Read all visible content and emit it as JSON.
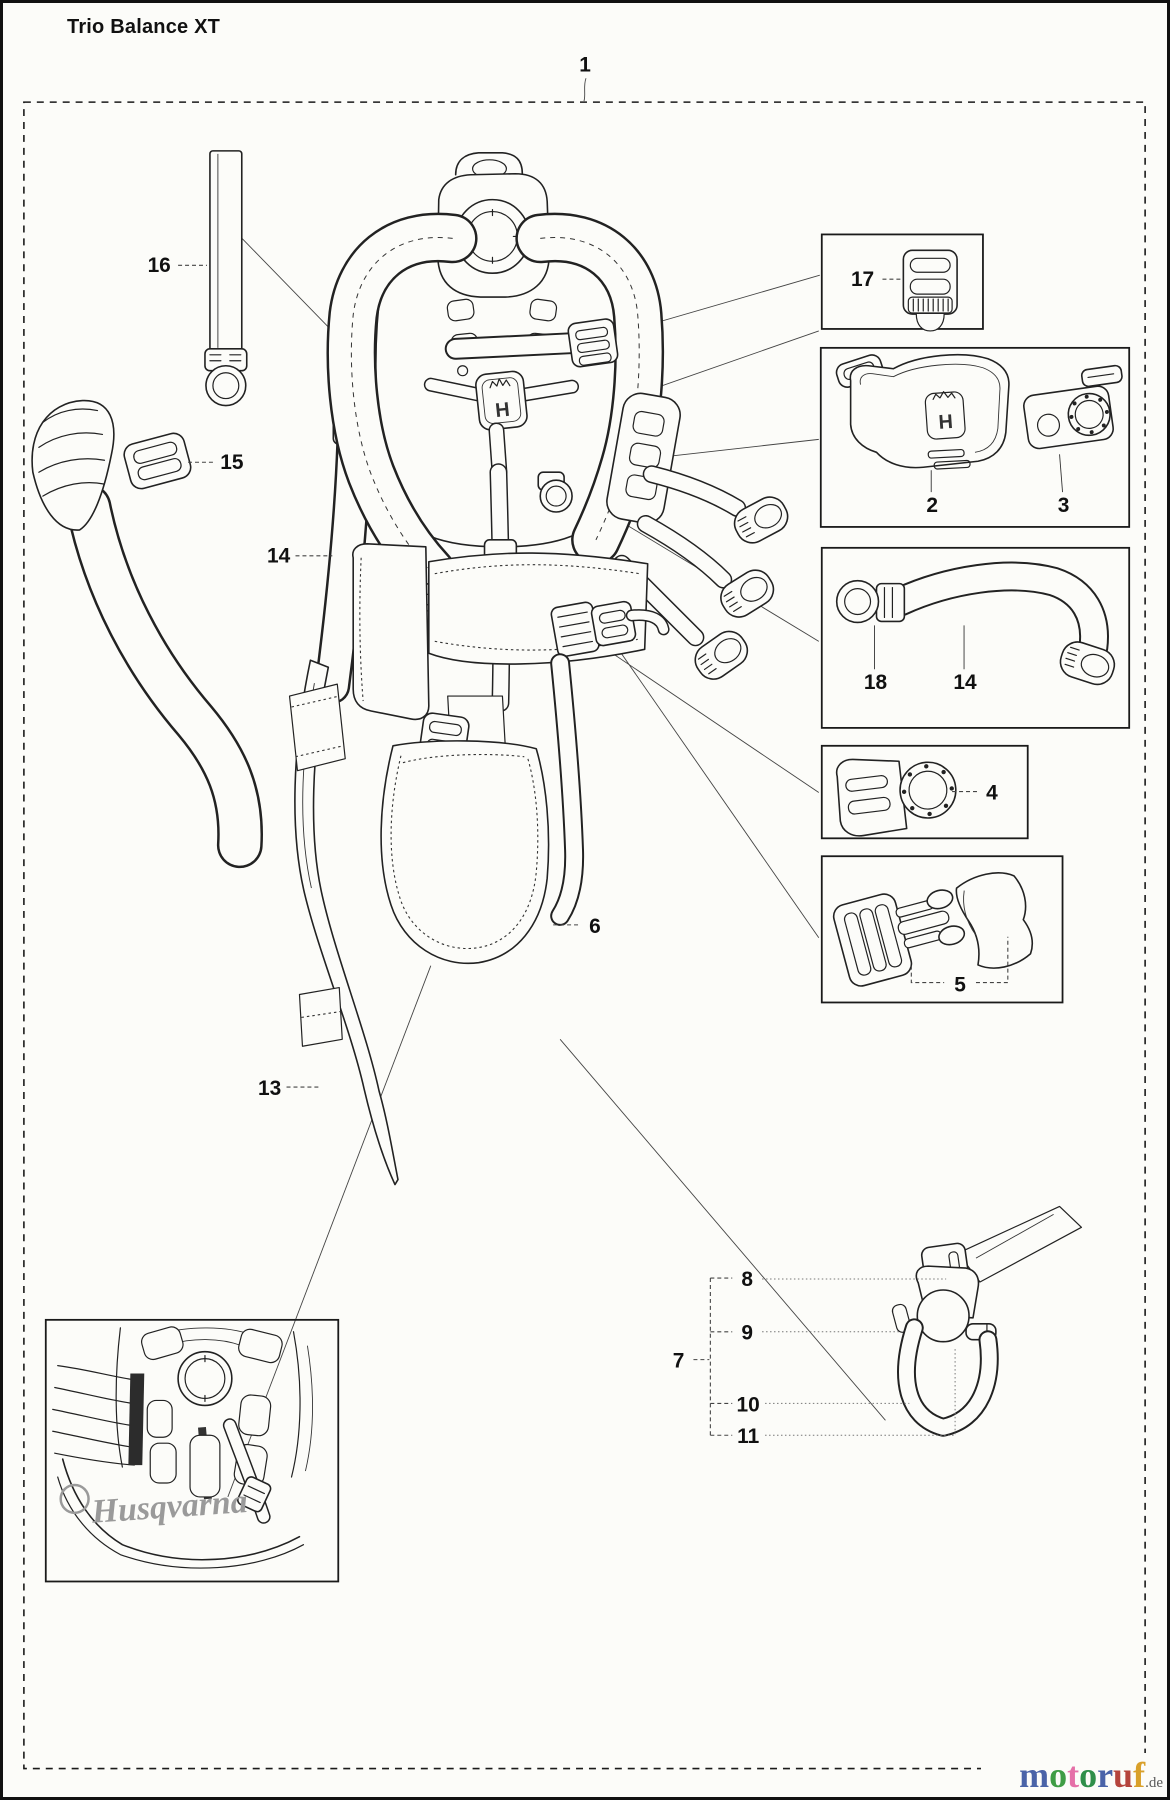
{
  "title": "Trio Balance XT",
  "callouts": {
    "assembly": "1",
    "p2": "2",
    "p3": "3",
    "p4": "4",
    "p5": "5",
    "p6": "6",
    "p7": "7",
    "p8": "8",
    "p9": "9",
    "p10": "10",
    "p11": "11",
    "p13": "13",
    "p14_left": "14",
    "p14_inset": "14",
    "p15": "15",
    "p16": "16",
    "p17": "17",
    "p18": "18"
  },
  "emblems": {
    "h": "H",
    "wordmark": "Husqvarna"
  },
  "watermark": {
    "letters": [
      {
        "ch": "m",
        "color": "#4a63a8"
      },
      {
        "ch": "o",
        "color": "#3f9d45"
      },
      {
        "ch": "t",
        "color": "#e570a8"
      },
      {
        "ch": "o",
        "color": "#2f8f4a"
      },
      {
        "ch": "r",
        "color": "#4a63a8"
      },
      {
        "ch": "u",
        "color": "#b5443c"
      },
      {
        "ch": "f",
        "color": "#d9a02a"
      }
    ],
    "tld": ".de",
    "tld_color": "#5a5a5a"
  },
  "colors": {
    "line": "#222222",
    "background": "#fcfcf9"
  }
}
